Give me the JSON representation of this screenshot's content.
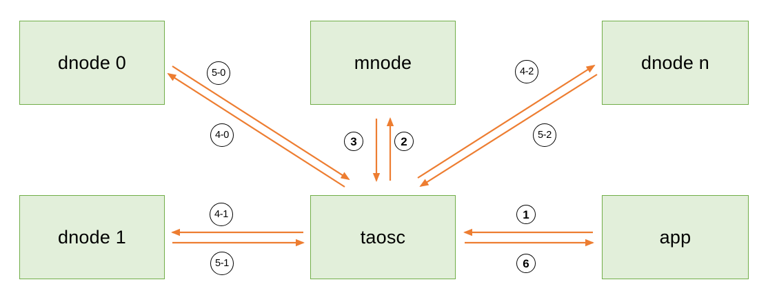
{
  "diagram": {
    "type": "architecture-flow",
    "nodes": [
      {
        "id": "dnode0",
        "label": "dnode 0"
      },
      {
        "id": "mnode",
        "label": "mnode"
      },
      {
        "id": "dnoden",
        "label": "dnode n"
      },
      {
        "id": "dnode1",
        "label": "dnode 1"
      },
      {
        "id": "taosc",
        "label": "taosc"
      },
      {
        "id": "app",
        "label": "app"
      }
    ],
    "edges": [
      {
        "label": "5-0",
        "from": "dnode 0",
        "to": "taosc"
      },
      {
        "label": "4-0",
        "from": "taosc",
        "to": "dnode 0"
      },
      {
        "label": "3",
        "from": "mnode",
        "to": "taosc"
      },
      {
        "label": "2",
        "from": "taosc",
        "to": "mnode"
      },
      {
        "label": "4-2",
        "from": "taosc",
        "to": "dnode n"
      },
      {
        "label": "5-2",
        "from": "dnode n",
        "to": "taosc"
      },
      {
        "label": "4-1",
        "from": "taosc",
        "to": "dnode 1"
      },
      {
        "label": "5-1",
        "from": "dnode 1",
        "to": "taosc"
      },
      {
        "label": "1",
        "from": "app",
        "to": "taosc"
      },
      {
        "label": "6",
        "from": "taosc",
        "to": "app"
      }
    ],
    "colors": {
      "background": "#ffffff",
      "node_fill": "#e2efda",
      "node_border": "#70ad47",
      "arrow_color": "#ed7d31",
      "label_circle_fill": "#ffffff",
      "label_circle_border": "#000000",
      "text_color": "#000000"
    }
  }
}
